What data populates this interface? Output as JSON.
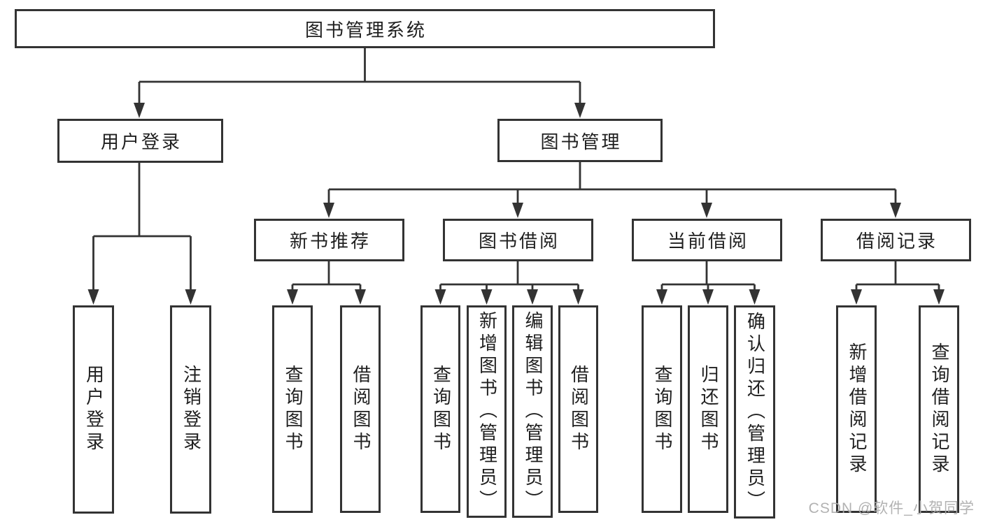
{
  "page": {
    "background": "#ffffff"
  },
  "colors": {
    "line": "#333333",
    "box_border": "#333333",
    "box_fill": "#ffffff",
    "label_text": "#1f1f1f",
    "watermark_text": "#ababab"
  },
  "watermark": {
    "text": "CSDN @软件_小贺同学"
  },
  "tree": {
    "root": {
      "label": "图书管理系统"
    },
    "branches": [
      {
        "label": "用户登录",
        "children": [
          {
            "label": "用户登录"
          },
          {
            "label": "注销登录"
          }
        ]
      },
      {
        "label": "图书管理",
        "children": [
          {
            "label": "新书推荐",
            "children": [
              {
                "label": "查询图书"
              },
              {
                "label": "借阅图书"
              }
            ]
          },
          {
            "label": "图书借阅",
            "children": [
              {
                "label": "查询图书"
              },
              {
                "label": "新增图书（管理员）"
              },
              {
                "label": "编辑图书（管理员）"
              },
              {
                "label": "借阅图书"
              }
            ]
          },
          {
            "label": "当前借阅",
            "children": [
              {
                "label": "查询图书"
              },
              {
                "label": "归还图书"
              },
              {
                "label": "确认归还（管理员）"
              }
            ]
          },
          {
            "label": "借阅记录",
            "children": [
              {
                "label": "新增借阅记录"
              },
              {
                "label": "查询借阅记录"
              }
            ]
          }
        ]
      }
    ]
  }
}
